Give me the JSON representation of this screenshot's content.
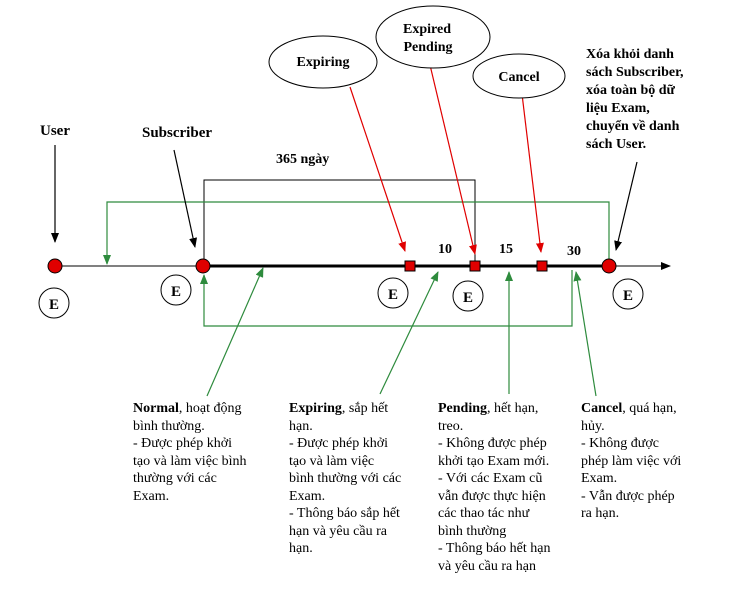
{
  "labels": {
    "user": "User",
    "subscriber": "Subscriber",
    "days_365": "365 ngày",
    "tick_10": "10",
    "tick_15": "15",
    "tick_30": "30",
    "event": "E"
  },
  "bubbles": {
    "expiring": "Expiring",
    "expired_pending_line1": "Expired",
    "expired_pending_line2": "Pending",
    "cancel": "Cancel"
  },
  "side_note": "Xóa khỏi danh\nsách Subscriber,\nxóa toàn bộ dữ\nliệu Exam,\nchuyển về danh\nsách User.",
  "descriptions": {
    "normal": {
      "title": "Normal",
      "body": ", hoạt động\nbình thường.\n- Được phép khởi\ntạo và làm việc bình\nthường với các\nExam."
    },
    "expiring": {
      "title": "Expiring",
      "body": ", sắp hết\nhạn.\n- Được phép khởi\ntạo và làm việc\nbình thường với các\nExam.\n- Thông báo sắp hết\nhạn và yêu cầu ra\nhạn."
    },
    "pending": {
      "title": "Pending",
      "body": ", hết hạn,\ntreo.\n- Không được phép\nkhởi tạo Exam mới.\n- Với các Exam cũ\nvẫn được thực hiện\ncác thao tác như\nbình thường\n- Thông báo hết hạn\nvà yêu cầu ra hạn"
    },
    "cancel": {
      "title": "Cancel",
      "body": ", quá hạn,\nhủy.\n- Không được\nphép làm việc với\nExam.\n- Vẫn được phép\nra hạn."
    }
  },
  "colors": {
    "red": "#e00000",
    "green": "#2e8b3d",
    "black": "#000000"
  }
}
